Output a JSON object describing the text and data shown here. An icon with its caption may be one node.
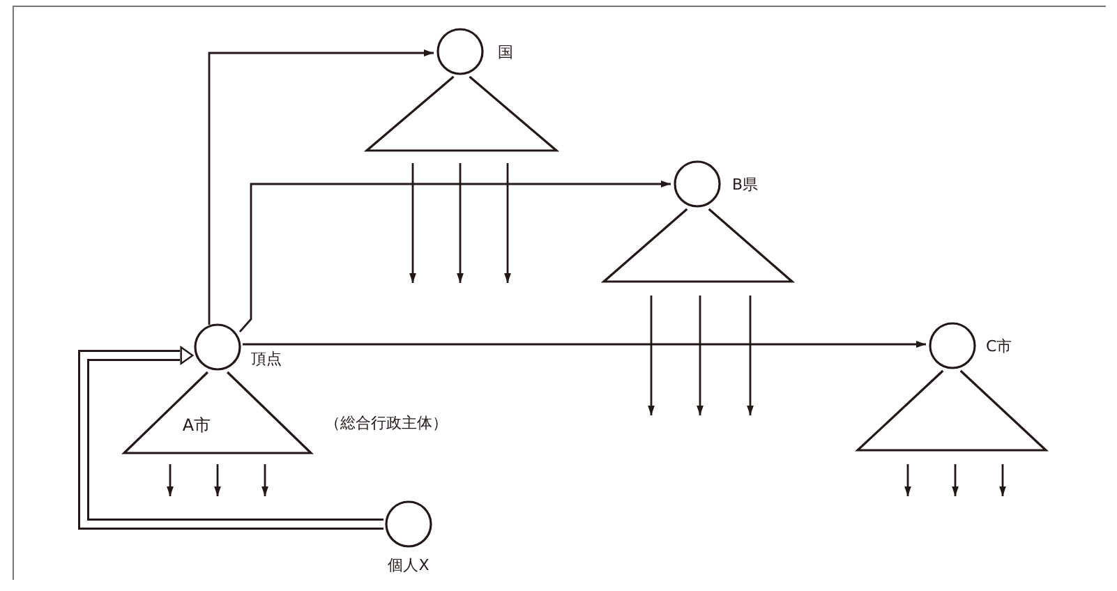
{
  "diagram": {
    "nodes": [
      {
        "text": [],
        "shape": "circle",
        "beside": [
          "国"
        ]
      },
      {
        "text": [],
        "shape": "triangle"
      },
      {
        "text": [],
        "shape": "circle",
        "beside": [
          "B県"
        ]
      },
      {
        "text": [],
        "shape": "triangle"
      },
      {
        "text": [],
        "shape": "circle",
        "beside": [
          "頂点"
        ]
      },
      {
        "text": [
          "A市"
        ],
        "beside": [
          "（総合行政主体）"
        ]
      },
      {
        "text": [],
        "shape": "circle",
        "beside": [
          "C市"
        ]
      },
      {
        "text": [],
        "shape": "triangle"
      },
      {
        "text": [],
        "shape": "circle",
        "beside": [
          "個人X"
        ]
      }
    ],
    "edges": [
      {
        "from": 4,
        "to": 0,
        "arrow": "to"
      },
      {
        "from": 4,
        "to": 2,
        "arrow": "to"
      },
      {
        "from": 4,
        "to": 6,
        "arrow": "to"
      },
      {
        "from": 8,
        "to": 4,
        "arrow": "to",
        "style": "thick"
      },
      {
        "from": 1,
        "to": null,
        "arrow": "to"
      },
      {
        "from": 1,
        "to": null,
        "arrow": "to"
      },
      {
        "from": 1,
        "to": null,
        "arrow": "to"
      },
      {
        "from": 3,
        "to": null,
        "arrow": "to"
      },
      {
        "from": 3,
        "to": null,
        "arrow": "to"
      },
      {
        "from": 3,
        "to": null,
        "arrow": "to"
      },
      {
        "from": 5,
        "to": null,
        "arrow": "to"
      },
      {
        "from": 5,
        "to": null,
        "arrow": "to"
      },
      {
        "from": 5,
        "to": null,
        "arrow": "to"
      },
      {
        "from": 7,
        "to": null,
        "arrow": "to"
      },
      {
        "from": 7,
        "to": null,
        "arrow": "to"
      },
      {
        "from": 7,
        "to": null,
        "arrow": "to"
      }
    ]
  }
}
